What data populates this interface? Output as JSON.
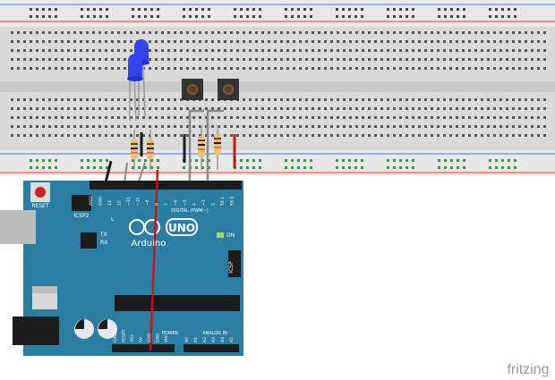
{
  "board": {
    "brand": "Arduino",
    "model": "UNO",
    "reset_label": "RESET",
    "icsp2_label": "ICSP2",
    "icsp_label": "ICSP",
    "on_label": "ON",
    "led_l_label": "L",
    "led_tx_label": "TX",
    "led_rx_label": "RX",
    "digital_header_label": "DIGITAL (PWM~)",
    "power_header_label": "POWER",
    "analog_header_label": "ANALOG IN",
    "top_pins": [
      "AREF",
      "GND",
      "13",
      "12",
      "~11",
      "~10",
      "~9",
      "8",
      "7",
      "~6",
      "~5",
      "4",
      "~3",
      "2",
      "TX 1",
      "RX 0"
    ],
    "power_pins": [
      "IOREF",
      "RESET",
      "3V3",
      "5V",
      "GND",
      "GND",
      "VIN"
    ],
    "analog_pins": [
      "A0",
      "A1",
      "A2",
      "A3",
      "A4",
      "A5"
    ]
  },
  "watermark": "fritzing",
  "colors": {
    "breadboard": "#dcdcdc",
    "board": "#2b7ea2",
    "rail_red": "#e23a3a",
    "rail_blue": "#4a6ee0",
    "led": "#3344ee",
    "wire_red": "#c01818",
    "wire_black": "#1a1a1a",
    "wire_gray": "#8a8a8a",
    "hole_green": "#2e9e2e"
  }
}
